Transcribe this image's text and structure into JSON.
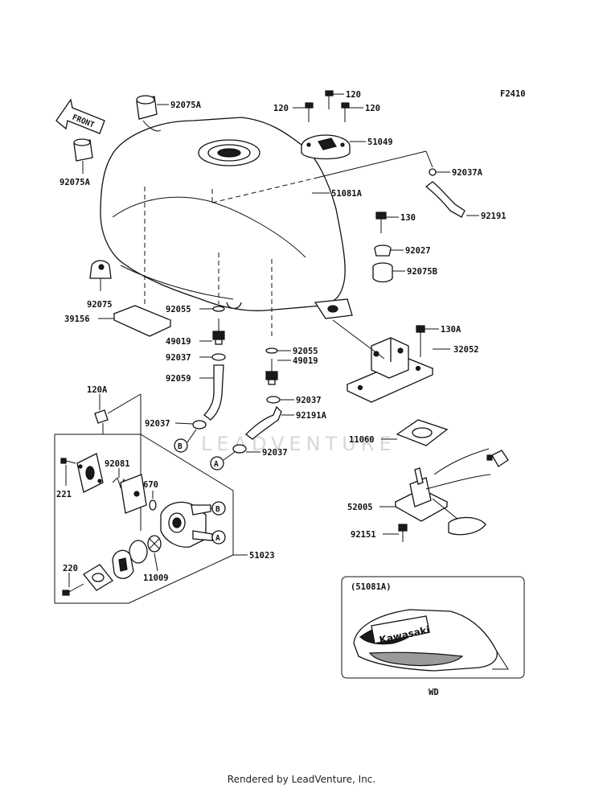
{
  "diagram_code": "F2410",
  "front_marker": "FRONT",
  "watermark": "LEADVENTURE",
  "variant_box": {
    "title": "(51081A)",
    "caption": "WD",
    "brand_text": "Kawasaki"
  },
  "footer": "Rendered by LeadVenture, Inc.",
  "callouts": {
    "circle_b": "B",
    "circle_a": "A"
  },
  "parts": [
    "92075A",
    "92075A",
    "120",
    "120",
    "120",
    "51049",
    "92037A",
    "51081A",
    "92191",
    "130",
    "92027",
    "92075B",
    "92075",
    "39156",
    "92055",
    "49019",
    "92037",
    "92059",
    "92055",
    "49019",
    "92037",
    "130A",
    "32052",
    "120A",
    "92037",
    "92191A",
    "92037",
    "11060",
    "92081",
    "670",
    "221",
    "52005",
    "92151",
    "11009",
    "51023",
    "220"
  ]
}
